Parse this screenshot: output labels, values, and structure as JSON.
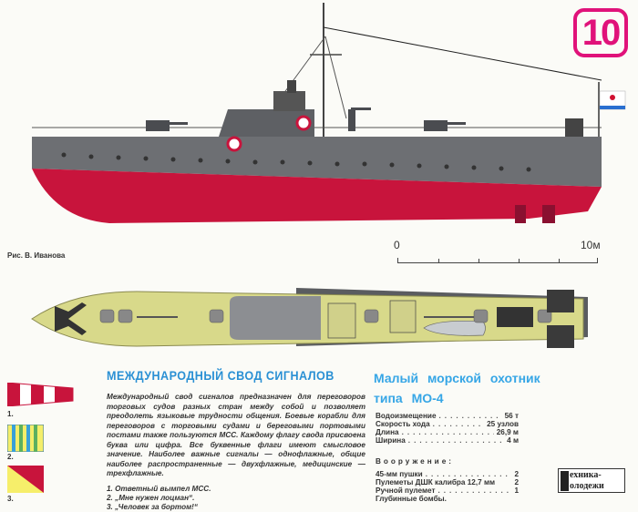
{
  "page_number": "10",
  "credit": "Рис. В. Иванова",
  "scale": {
    "start": "0",
    "end": "10м"
  },
  "signals": {
    "title": "МЕЖДУНАРОДНЫЙ СВОД СИГНАЛОВ",
    "body": "Международный свод сигналов предназначен для переговоров торговых судов разных стран между собой и позволяет преодолеть языковые трудности общения. Боевые корабли для переговоров с торговыми судами и береговыми портовыми постами также пользуются МСС. Каждому флагу свода присвоена буква или цифра. Все буквенные флаги имеют смысловое значение. Наиболее важные сигналы — однофлажные, общие наиболее распространенные — двухфлажные, медицинские — трехфлажные.",
    "items": [
      "1. Ответный вымпел МСС.",
      "2. „Мне нужен лоцман“.",
      "3. „Человек за бортом!“"
    ],
    "flag_labels": [
      "1.",
      "2.",
      "3."
    ]
  },
  "ship": {
    "title_line1": "Малый морской охотник",
    "title_line2": "типа МО-4",
    "specs": [
      {
        "label": "Водоизмещение",
        "value": "56 т"
      },
      {
        "label": "Скорость хода",
        "value": "25 узлов"
      },
      {
        "label": "Длина",
        "value": "26,9 м"
      },
      {
        "label": "Ширина",
        "value": "4 м"
      }
    ],
    "armament_title": "Вооружение:",
    "armament": [
      {
        "label": "45-мм пушки",
        "value": "2"
      },
      {
        "label": "Пулеметы ДШК калибра 12,7 мм",
        "value": "2"
      },
      {
        "label": "Ручной пулемет",
        "value": "1"
      },
      {
        "label": "Глубинные бомбы.",
        "value": ""
      }
    ]
  },
  "logo": {
    "line1": "ехника-",
    "line2": "олодежи"
  },
  "colors": {
    "accent": "#e0127a",
    "title_blue": "#2a90d4",
    "hull_red": "#c8143c",
    "hull_grey": "#6d6f73",
    "deck": "#d8d98a"
  }
}
